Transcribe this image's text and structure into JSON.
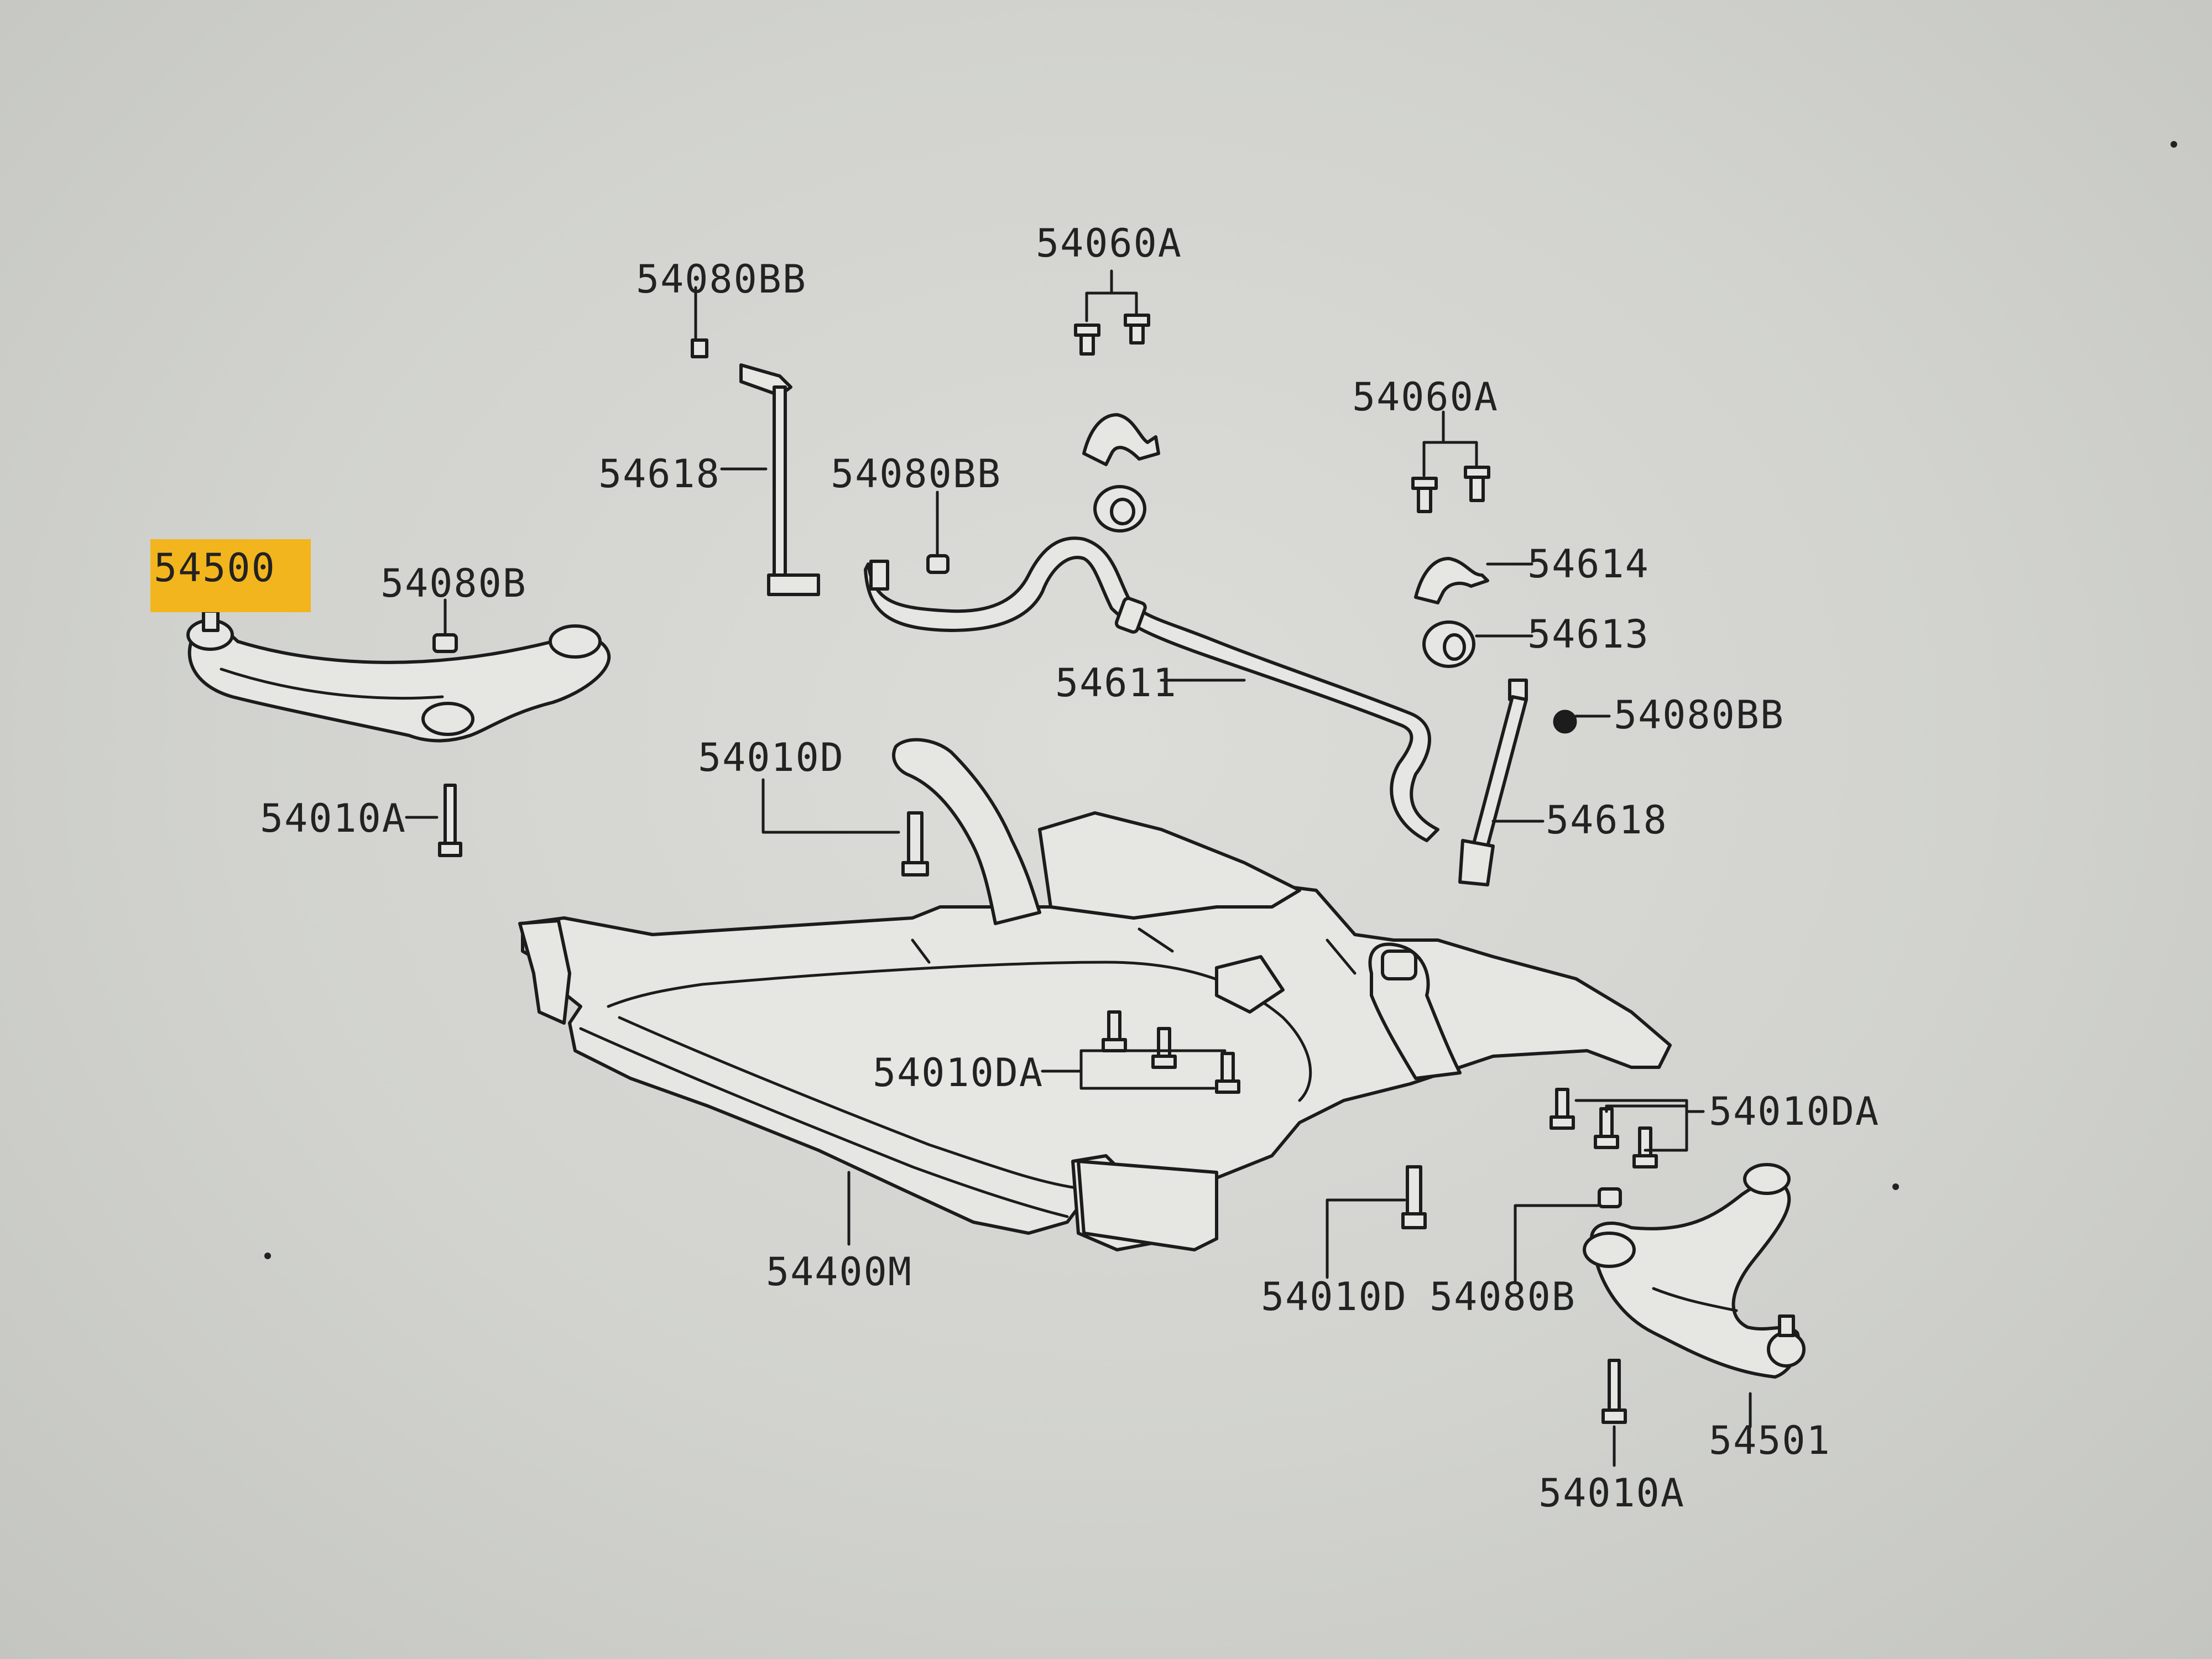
{
  "diagram": {
    "highlight_color": "#f2b51d",
    "labels": {
      "l54500": "54500",
      "l54080B_top": "54080B",
      "l54010A_left": "54010A",
      "l54080BB_top": "54080BB",
      "l54618_left": "54618",
      "l54080BB_mid": "54080BB",
      "l54060A_top": "54060A",
      "l54060A_right": "54060A",
      "l54614": "54614",
      "l54613": "54613",
      "l54611": "54611",
      "l54080BB_right": "54080BB",
      "l54618_right": "54618",
      "l54010D_top": "54010D",
      "l54010DA_mid": "54010DA",
      "l54010DA_right": "54010DA",
      "l54400M": "54400M",
      "l54010D_bottom": "54010D",
      "l54080B_bottom": "54080B",
      "l54501": "54501",
      "l54010A_bottom": "54010A"
    }
  }
}
